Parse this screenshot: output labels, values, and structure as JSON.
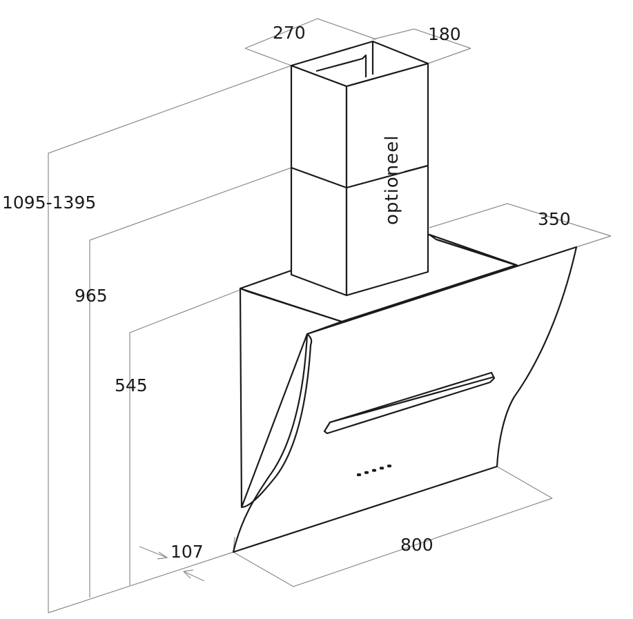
{
  "dimensions": {
    "width_top": "270",
    "depth_top": "180",
    "height_total": "1095-1395",
    "height_965": "965",
    "depth_body": "350",
    "height_545": "545",
    "wall_offset": "107",
    "width_body": "800"
  },
  "labels": {
    "optional_chimney": "optioneel"
  },
  "control_panel": {
    "button_count": 5
  }
}
